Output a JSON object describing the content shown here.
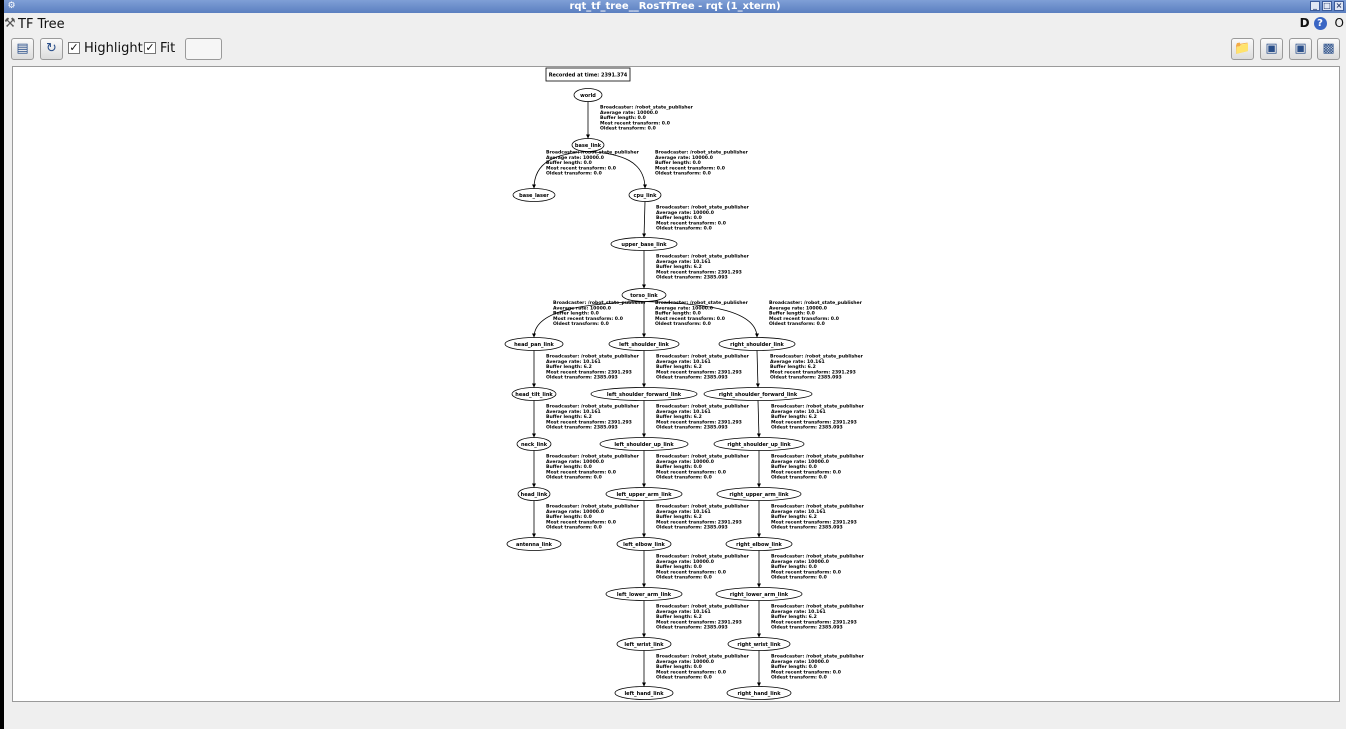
{
  "window": {
    "title": "rqt_tf_tree__RosTfTree - rqt (1_xterm)"
  },
  "plugin": {
    "title": "TF Tree",
    "d_label": "D",
    "help_label": "?",
    "close_label": "O"
  },
  "toolbar": {
    "highlight_label": "Highlight",
    "fit_label": "Fit",
    "highlight_checked": true,
    "fit_checked": true
  },
  "graph": {
    "recorded_label": "Recorded at time: 2391.374",
    "nodes": [
      {
        "id": "world",
        "label": "world"
      },
      {
        "id": "base_link",
        "label": "base_link"
      },
      {
        "id": "base_laser",
        "label": "base_laser"
      },
      {
        "id": "cpu_link",
        "label": "cpu_link"
      },
      {
        "id": "upper_base_link",
        "label": "upper_base_link"
      },
      {
        "id": "torso_link",
        "label": "torso_link"
      },
      {
        "id": "head_pan_link",
        "label": "head_pan_link"
      },
      {
        "id": "left_shoulder_link",
        "label": "left_shoulder_link"
      },
      {
        "id": "right_shoulder_link",
        "label": "right_shoulder_link"
      },
      {
        "id": "head_tilt_link",
        "label": "head_tilt_link"
      },
      {
        "id": "left_shoulder_forward_link",
        "label": "left_shoulder_forward_link"
      },
      {
        "id": "right_shoulder_forward_link",
        "label": "right_shoulder_forward_link"
      },
      {
        "id": "neck_link",
        "label": "neck_link"
      },
      {
        "id": "left_shoulder_up_link",
        "label": "left_shoulder_up_link"
      },
      {
        "id": "right_shoulder_up_link",
        "label": "right_shoulder_up_link"
      },
      {
        "id": "head_link",
        "label": "head_link"
      },
      {
        "id": "left_upper_arm_link",
        "label": "left_upper_arm_link"
      },
      {
        "id": "right_upper_arm_link",
        "label": "right_upper_arm_link"
      },
      {
        "id": "antenna_link",
        "label": "antenna_link"
      },
      {
        "id": "left_elbow_link",
        "label": "left_elbow_link"
      },
      {
        "id": "right_elbow_link",
        "label": "right_elbow_link"
      },
      {
        "id": "left_lower_arm_link",
        "label": "left_lower_arm_link"
      },
      {
        "id": "right_lower_arm_link",
        "label": "right_lower_arm_link"
      },
      {
        "id": "left_wrist_link",
        "label": "left_wrist_link"
      },
      {
        "id": "right_wrist_link",
        "label": "right_wrist_link"
      },
      {
        "id": "left_hand_link",
        "label": "left_hand_link"
      },
      {
        "id": "right_hand_link",
        "label": "right_hand_link"
      }
    ],
    "edges": [
      {
        "from": "world",
        "to": "base_link",
        "broadcaster": "/robot_state_publisher",
        "rate": "10000.0",
        "buffer": "0.0",
        "recent": "0.0",
        "oldest": "0.0"
      },
      {
        "from": "base_link",
        "to": "base_laser",
        "broadcaster": "/robot_state_publisher",
        "rate": "10000.0",
        "buffer": "0.0",
        "recent": "0.0",
        "oldest": "0.0"
      },
      {
        "from": "base_link",
        "to": "cpu_link",
        "broadcaster": "/robot_state_publisher",
        "rate": "10000.0",
        "buffer": "0.0",
        "recent": "0.0",
        "oldest": "0.0"
      },
      {
        "from": "cpu_link",
        "to": "upper_base_link",
        "broadcaster": "/robot_state_publisher",
        "rate": "10000.0",
        "buffer": "0.0",
        "recent": "0.0",
        "oldest": "0.0"
      },
      {
        "from": "upper_base_link",
        "to": "torso_link",
        "broadcaster": "/robot_state_publisher",
        "rate": "10.161",
        "buffer": "6.2",
        "recent": "2391.293",
        "oldest": "2385.093"
      },
      {
        "from": "torso_link",
        "to": "head_pan_link",
        "broadcaster": "/robot_state_publisher",
        "rate": "10000.0",
        "buffer": "0.0",
        "recent": "0.0",
        "oldest": "0.0"
      },
      {
        "from": "torso_link",
        "to": "left_shoulder_link",
        "broadcaster": "/robot_state_publisher",
        "rate": "10000.0",
        "buffer": "0.0",
        "recent": "0.0",
        "oldest": "0.0"
      },
      {
        "from": "torso_link",
        "to": "right_shoulder_link",
        "broadcaster": "/robot_state_publisher",
        "rate": "10000.0",
        "buffer": "0.0",
        "recent": "0.0",
        "oldest": "0.0"
      },
      {
        "from": "head_pan_link",
        "to": "head_tilt_link",
        "broadcaster": "/robot_state_publisher",
        "rate": "10.161",
        "buffer": "6.2",
        "recent": "2391.293",
        "oldest": "2385.093"
      },
      {
        "from": "left_shoulder_link",
        "to": "left_shoulder_forward_link",
        "broadcaster": "/robot_state_publisher",
        "rate": "10.161",
        "buffer": "6.2",
        "recent": "2391.293",
        "oldest": "2385.093"
      },
      {
        "from": "right_shoulder_link",
        "to": "right_shoulder_forward_link",
        "broadcaster": "/robot_state_publisher",
        "rate": "10.161",
        "buffer": "6.2",
        "recent": "2391.293",
        "oldest": "2385.093"
      },
      {
        "from": "head_tilt_link",
        "to": "neck_link",
        "broadcaster": "/robot_state_publisher",
        "rate": "10.161",
        "buffer": "6.2",
        "recent": "2391.293",
        "oldest": "2385.093"
      },
      {
        "from": "left_shoulder_forward_link",
        "to": "left_shoulder_up_link",
        "broadcaster": "/robot_state_publisher",
        "rate": "10.161",
        "buffer": "6.2",
        "recent": "2391.293",
        "oldest": "2385.093"
      },
      {
        "from": "right_shoulder_forward_link",
        "to": "right_shoulder_up_link",
        "broadcaster": "/robot_state_publisher",
        "rate": "10.161",
        "buffer": "6.2",
        "recent": "2391.293",
        "oldest": "2385.093"
      },
      {
        "from": "neck_link",
        "to": "head_link",
        "broadcaster": "/robot_state_publisher",
        "rate": "10000.0",
        "buffer": "0.0",
        "recent": "0.0",
        "oldest": "0.0"
      },
      {
        "from": "left_shoulder_up_link",
        "to": "left_upper_arm_link",
        "broadcaster": "/robot_state_publisher",
        "rate": "10000.0",
        "buffer": "0.0",
        "recent": "0.0",
        "oldest": "0.0"
      },
      {
        "from": "right_shoulder_up_link",
        "to": "right_upper_arm_link",
        "broadcaster": "/robot_state_publisher",
        "rate": "10000.0",
        "buffer": "0.0",
        "recent": "0.0",
        "oldest": "0.0"
      },
      {
        "from": "head_link",
        "to": "antenna_link",
        "broadcaster": "/robot_state_publisher",
        "rate": "10000.0",
        "buffer": "0.0",
        "recent": "0.0",
        "oldest": "0.0"
      },
      {
        "from": "left_upper_arm_link",
        "to": "left_elbow_link",
        "broadcaster": "/robot_state_publisher",
        "rate": "10.161",
        "buffer": "6.2",
        "recent": "2391.293",
        "oldest": "2385.093"
      },
      {
        "from": "right_upper_arm_link",
        "to": "right_elbow_link",
        "broadcaster": "/robot_state_publisher",
        "rate": "10.161",
        "buffer": "6.2",
        "recent": "2391.293",
        "oldest": "2385.093"
      },
      {
        "from": "left_elbow_link",
        "to": "left_lower_arm_link",
        "broadcaster": "/robot_state_publisher",
        "rate": "10000.0",
        "buffer": "0.0",
        "recent": "0.0",
        "oldest": "0.0"
      },
      {
        "from": "right_elbow_link",
        "to": "right_lower_arm_link",
        "broadcaster": "/robot_state_publisher",
        "rate": "10000.0",
        "buffer": "0.0",
        "recent": "0.0",
        "oldest": "0.0"
      },
      {
        "from": "left_lower_arm_link",
        "to": "left_wrist_link",
        "broadcaster": "/robot_state_publisher",
        "rate": "10.161",
        "buffer": "6.2",
        "recent": "2391.293",
        "oldest": "2385.093"
      },
      {
        "from": "right_lower_arm_link",
        "to": "right_wrist_link",
        "broadcaster": "/robot_state_publisher",
        "rate": "10.161",
        "buffer": "6.2",
        "recent": "2391.293",
        "oldest": "2385.093"
      },
      {
        "from": "left_wrist_link",
        "to": "left_hand_link",
        "broadcaster": "/robot_state_publisher",
        "rate": "10000.0",
        "buffer": "0.0",
        "recent": "0.0",
        "oldest": "0.0"
      },
      {
        "from": "right_wrist_link",
        "to": "right_hand_link",
        "broadcaster": "/robot_state_publisher",
        "rate": "10000.0",
        "buffer": "0.0",
        "recent": "0.0",
        "oldest": "0.0"
      }
    ],
    "labels": {
      "broadcaster": "Broadcaster: ",
      "rate": "Average rate: ",
      "buffer": "Buffer length: ",
      "recent": "Most recent transform: ",
      "oldest": "Oldest transform: "
    }
  }
}
